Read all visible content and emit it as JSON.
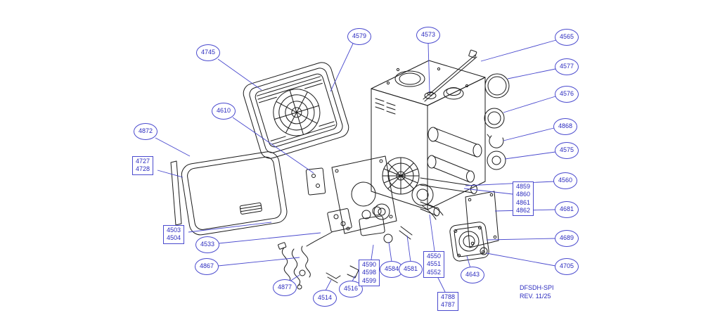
{
  "footer": {
    "model": "DFSDH-SPI",
    "rev": "REV. 11/25"
  },
  "colors": {
    "callout_blue": "#4a4ace",
    "line_art_black": "#1a1a1a",
    "background": "#ffffff"
  },
  "callouts": {
    "c4745": "4745",
    "c4579": "4579",
    "c4573": "4573",
    "c4565": "4565",
    "c4577": "4577",
    "c4576": "4576",
    "c4868": "4868",
    "c4575": "4575",
    "c4560": "4560",
    "c4872": "4872",
    "c4610": "4610",
    "c4727_4728": "4727\n4728",
    "c4859_4862": "4859\n4860\n4861\n4862",
    "c4681": "4681",
    "c4689": "4689",
    "c4705": "4705",
    "c4503_4504": "4503\n4504",
    "c4533": "4533",
    "c4867": "4867",
    "c4877": "4877",
    "c4514": "4514",
    "c4516": "4516",
    "c4590_4598_4599": "4590\n4598\n4599",
    "c4584": "4584",
    "c4581": "4581",
    "c4550_4551_4552": "4550\n4551\n4552",
    "c4643": "4643",
    "c4788_4787": "4788\n4787"
  }
}
